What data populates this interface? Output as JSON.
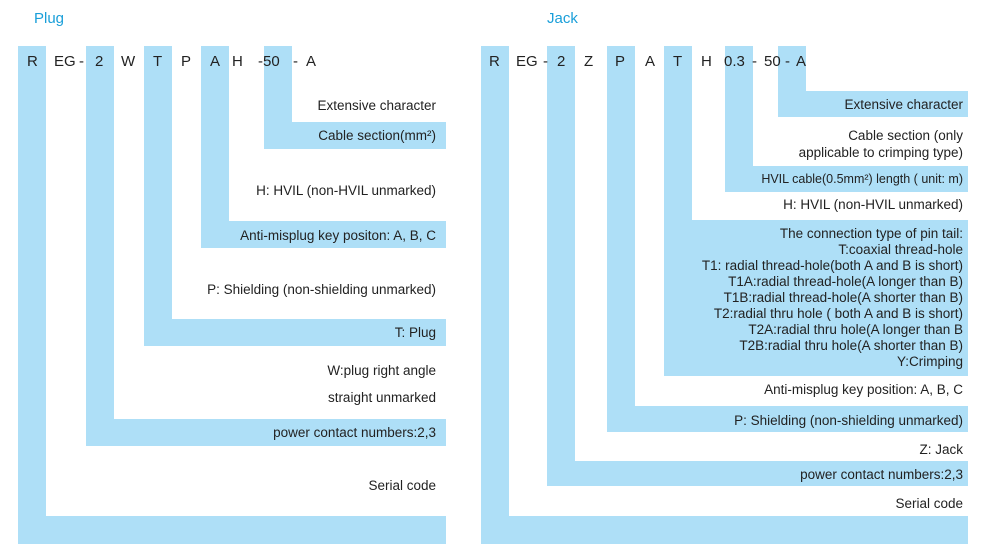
{
  "plug": {
    "title": "Plug",
    "codes": [
      "R",
      "EG",
      "-",
      "2",
      "W",
      "T",
      "P",
      "A",
      "H",
      "-50",
      "-",
      "A"
    ],
    "labels": {
      "extensive": "Extensive character",
      "cable": "Cable section(mm²)",
      "hvil": "H: HVIL (non-HVIL unmarked)",
      "antikey": "Anti-misplug key positon: A, B, C",
      "shield": "P: Shielding (non-shielding unmarked)",
      "tplug": "T: Plug",
      "w1": "W:plug right angle",
      "w2": "straight unmarked",
      "power": "power contact numbers:2,3",
      "serial": "Serial code"
    }
  },
  "jack": {
    "title": "Jack",
    "codes": [
      "R",
      "EG",
      "-",
      "2",
      "Z",
      "P",
      "A",
      "T",
      "H",
      "0.3",
      "-",
      "50",
      "-",
      "A"
    ],
    "labels": {
      "extensive": "Extensive character",
      "cable1": "Cable section (only",
      "cable2": "applicable to crimping type)",
      "hvilcable": "HVIL cable(0.5mm²) length ( unit: m)",
      "hvil": "H: HVIL (non-HVIL unmarked)",
      "tail": "The connection type of pin tail:\nT:coaxial thread-hole\nT1: radial thread-hole(both A and B is short)\nT1A:radial thread-hole(A longer than B)\nT1B:radial thread-hole(A shorter than B)\nT2:radial thru hole ( both A and B is short)\nT2A:radial thru hole(A longer than B\nT2B:radial thru hole(A shorter than B)\nY:Crimping",
      "antikey": "Anti-misplug key position: A, B, C",
      "shield": "P: Shielding (non-shielding unmarked)",
      "zjack": "Z: Jack",
      "power": "power contact numbers:2,3",
      "serial": "Serial code"
    }
  }
}
